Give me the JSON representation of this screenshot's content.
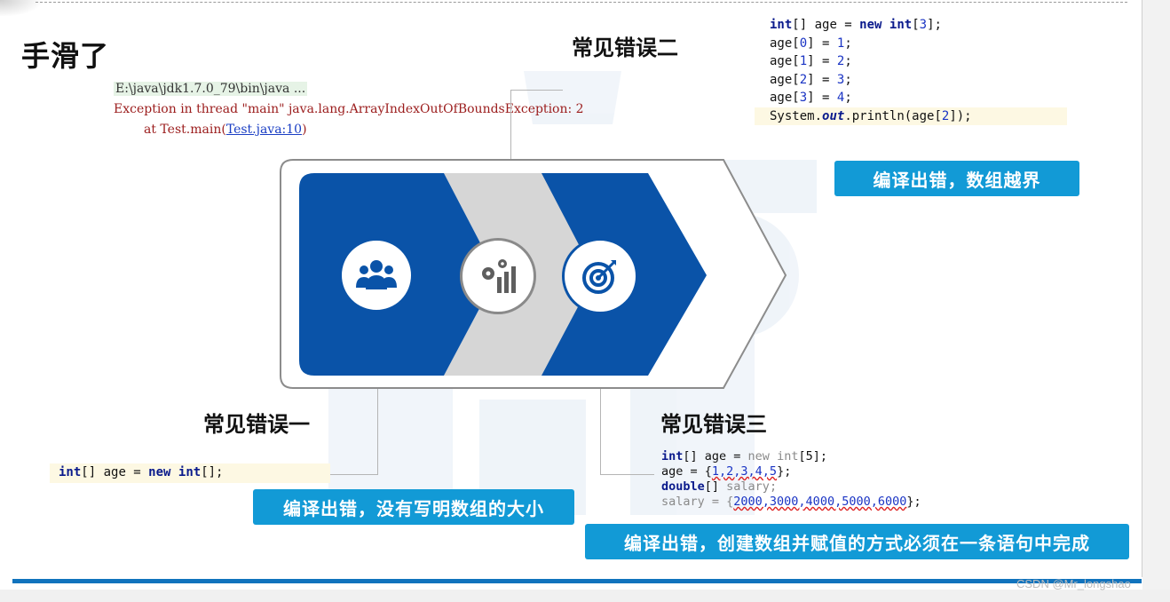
{
  "slide": {
    "title": "手滑了",
    "watermark": "CSDN @Mr_longshao",
    "colors": {
      "blue": "#0a53a8",
      "light_blue": "#129ad6",
      "gray_chevron": "#d6d6d6"
    }
  },
  "console": {
    "command": "E:\\java\\jdk1.7.0_79\\bin\\java ...",
    "exception": "Exception in thread \"main\" java.lang.ArrayIndexOutOfBoundsException: 2",
    "at_prefix": "at Test.main(",
    "at_link": "Test.java:10",
    "at_suffix": ")"
  },
  "error1": {
    "heading": "常见错误一",
    "code_kw1": "int",
    "code_mid": "[] age = ",
    "code_kw2": "new",
    "code_kw3": "int",
    "code_end": "[];",
    "callout": "编译出错，没有写明数组的大小"
  },
  "error2": {
    "heading": "常见错误二",
    "code": {
      "l1_kw1": "int",
      "l1_a": "[] age = ",
      "l1_kw2": "new",
      "l1_kw3": "int",
      "l1_b": "[",
      "l1_num": "3",
      "l1_c": "];",
      "l2_a": "age[",
      "l2_i": "0",
      "l2_b": "] = ",
      "l2_v": "1",
      "l2_c": ";",
      "l3_a": "age[",
      "l3_i": "1",
      "l3_b": "] = ",
      "l3_v": "2",
      "l3_c": ";",
      "l4_a": "age[",
      "l4_i": "2",
      "l4_b": "] = ",
      "l4_v": "3",
      "l4_c": ";",
      "l5_a": "age[",
      "l5_i": "3",
      "l5_b": "] = ",
      "l5_v": "4",
      "l5_c": ";",
      "l6_a": "System.",
      "l6_fld": "out",
      "l6_b": ".println(age[",
      "l6_i": "2",
      "l6_c": "]);"
    },
    "callout": "编译出错，数组越界"
  },
  "error3": {
    "heading": "常见错误三",
    "code": {
      "l1_kw1": "int",
      "l1_a": "[] age = ",
      "l1_kw2": "new",
      "l1_kw3": "int",
      "l1_b": "[5];",
      "l2_a": "age = {",
      "l2_vals": "1,2,3,4,5",
      "l2_b": "};",
      "l3_kw": "double",
      "l3_a": "[] ",
      "l3_b": "salary;",
      "l4_a": "salary = {",
      "l4_vals": "2000,3000,4000,5000,6000",
      "l4_b": "};"
    },
    "callout": "编译出错，创建数组并赋值的方式必须在一条语句中完成"
  },
  "icons": [
    "team-icon",
    "gear-chart-icon",
    "target-icon"
  ]
}
